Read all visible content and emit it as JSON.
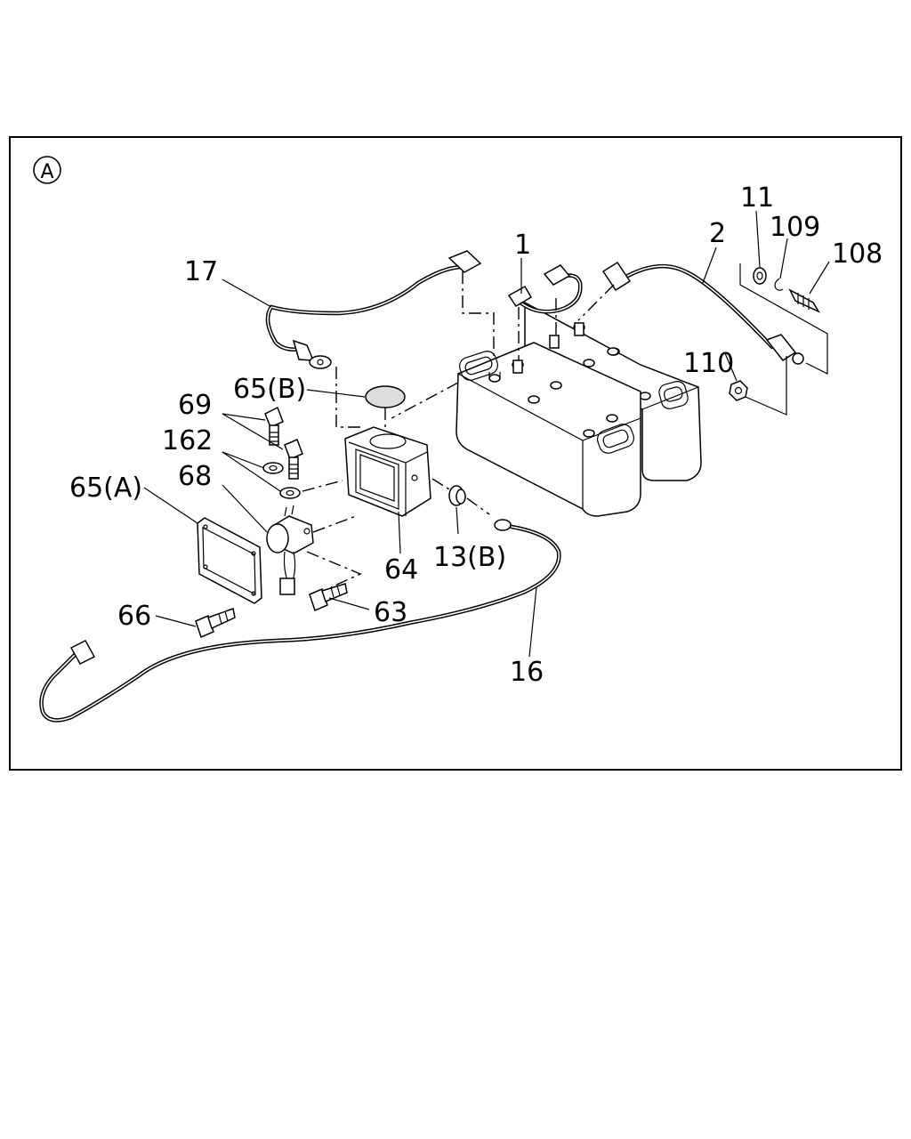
{
  "view_marker": "A",
  "callouts": {
    "c1": "1",
    "c2": "2",
    "c11": "11",
    "c109": "109",
    "c108": "108",
    "c110": "110",
    "c17": "17",
    "c65b": "65(B)",
    "c69": "69",
    "c162": "162",
    "c68": "68",
    "c65a": "65(A)",
    "c64": "64",
    "c13b": "13(B)",
    "c63": "63",
    "c66": "66",
    "c16": "16"
  }
}
